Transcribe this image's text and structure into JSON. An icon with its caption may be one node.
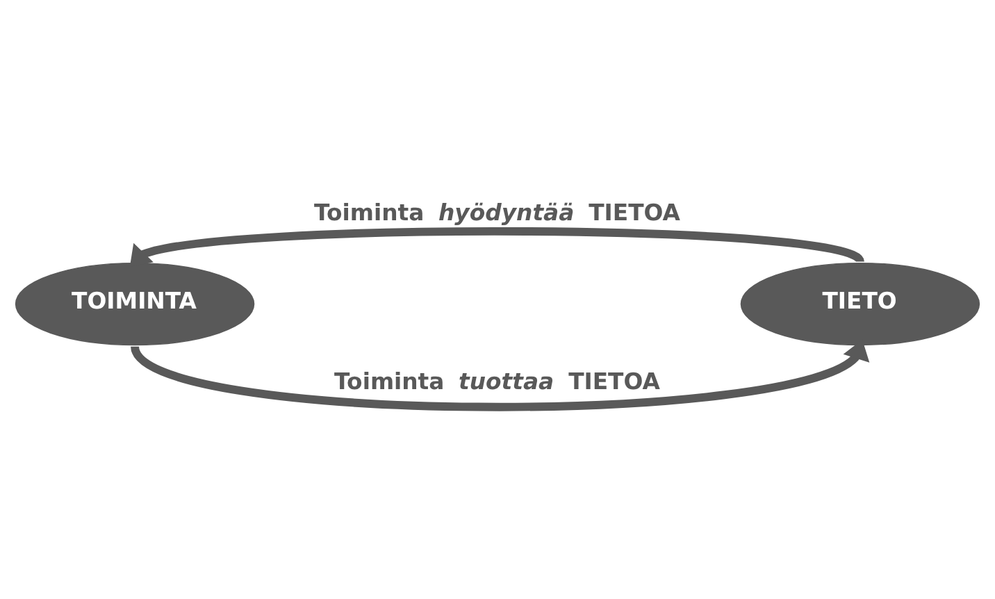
{
  "diagram": {
    "nodes": [
      {
        "text": [
          "TOIMINTA"
        ]
      },
      {
        "text": [
          "TIETO"
        ]
      }
    ],
    "edges": [
      {
        "from": 1,
        "to": 0,
        "arrow": "to",
        "label": "Toiminta *hyödyntää* TIETOA"
      },
      {
        "from": 0,
        "to": 1,
        "arrow": "to",
        "label": "Toiminta *tuottaa* TIETOA"
      }
    ]
  }
}
